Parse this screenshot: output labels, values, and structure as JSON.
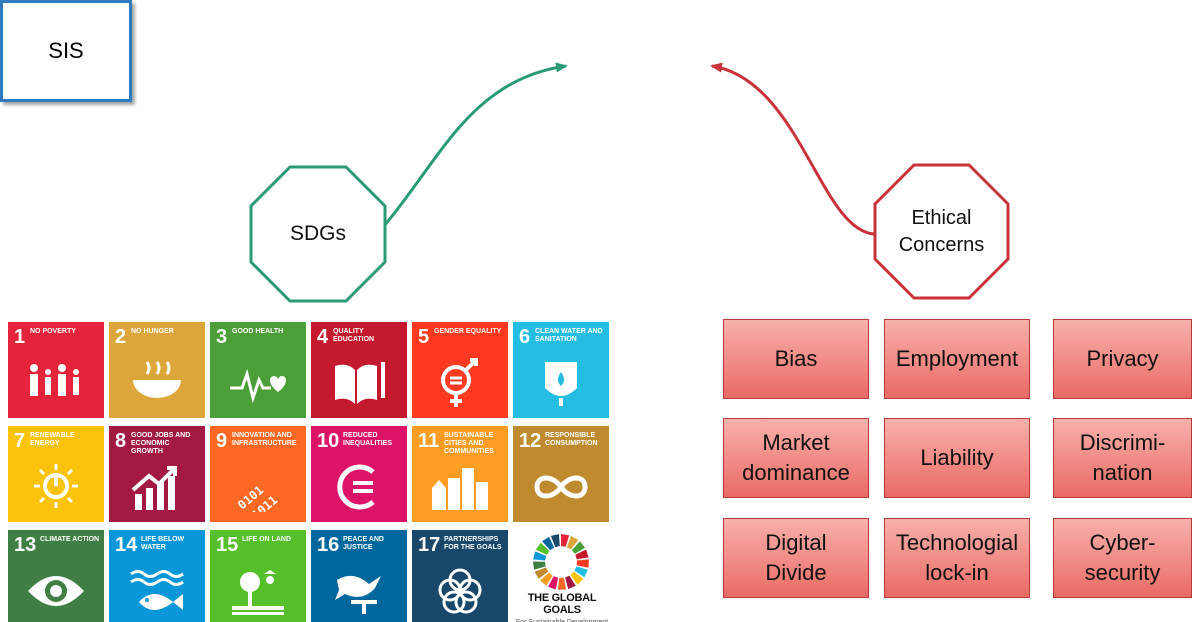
{
  "nodes": {
    "sis": "SIS",
    "sdgs": "SDGs",
    "ethical_concerns": "Ethical\nConcerns"
  },
  "colors": {
    "sdg_arrow": "#2a9b77",
    "ethics_arrow": "#c9323a",
    "sis_border": "#2e7bbf"
  },
  "sdg_tiles": [
    {
      "num": "1",
      "title": "NO POVERTY",
      "color": "#e5243b",
      "icon": "family-icon"
    },
    {
      "num": "2",
      "title": "NO HUNGER",
      "color": "#dda63a",
      "icon": "bowl-icon"
    },
    {
      "num": "3",
      "title": "GOOD HEALTH",
      "color": "#4c9f38",
      "icon": "heartbeat-icon"
    },
    {
      "num": "4",
      "title": "QUALITY EDUCATION",
      "color": "#c5192d",
      "icon": "book-icon"
    },
    {
      "num": "5",
      "title": "GENDER EQUALITY",
      "color": "#ff3a21",
      "icon": "gender-icon"
    },
    {
      "num": "6",
      "title": "CLEAN WATER AND SANITATION",
      "color": "#26bde2",
      "icon": "water-drop-icon"
    },
    {
      "num": "7",
      "title": "RENEWABLE ENERGY",
      "color": "#fcc30b",
      "icon": "sun-power-icon"
    },
    {
      "num": "8",
      "title": "GOOD JOBS AND ECONOMIC GROWTH",
      "color": "#a21942",
      "icon": "growth-chart-icon"
    },
    {
      "num": "9",
      "title": "INNOVATION AND INFRASTRUCTURE",
      "color": "#fd6925",
      "icon": "binary-icon"
    },
    {
      "num": "10",
      "title": "REDUCED INEQUALITIES",
      "color": "#dd1367",
      "icon": "equal-circle-icon"
    },
    {
      "num": "11",
      "title": "SUSTAINABLE CITIES AND COMMUNITIES",
      "color": "#fd9d24",
      "icon": "city-icon"
    },
    {
      "num": "12",
      "title": "RESPONSIBLE CONSUMPTION",
      "color": "#bf8b2e",
      "icon": "infinity-icon"
    },
    {
      "num": "13",
      "title": "CLIMATE ACTION",
      "color": "#3f7e44",
      "icon": "eye-globe-icon"
    },
    {
      "num": "14",
      "title": "LIFE BELOW WATER",
      "color": "#0a97d9",
      "icon": "fish-icon"
    },
    {
      "num": "15",
      "title": "LIFE ON LAND",
      "color": "#56c02b",
      "icon": "tree-icon"
    },
    {
      "num": "16",
      "title": "PEACE AND JUSTICE",
      "color": "#00689d",
      "icon": "dove-icon"
    },
    {
      "num": "17",
      "title": "PARTNERSHIPS FOR THE GOALS",
      "color": "#19486a",
      "icon": "rings-icon"
    }
  ],
  "global_goals": {
    "title": "THE GLOBAL GOALS",
    "subtitle": "For Sustainable Development"
  },
  "concerns": [
    "Bias",
    "Employment",
    "Privacy",
    "Market\ndominance",
    "Liability",
    "Discrimi-\nnation",
    "Digital\nDivide",
    "Technologial\nlock-in",
    "Cyber-\nsecurity"
  ]
}
